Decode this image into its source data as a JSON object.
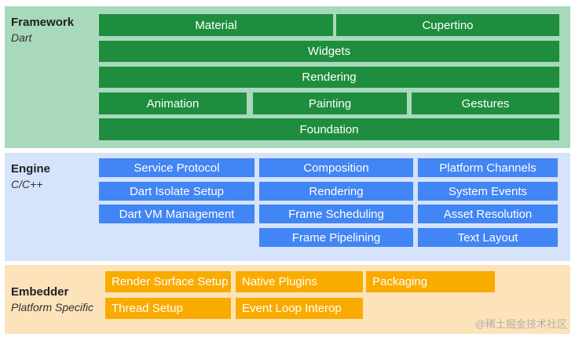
{
  "framework": {
    "title": "Framework",
    "subtitle": "Dart",
    "material": "Material",
    "cupertino": "Cupertino",
    "widgets": "Widgets",
    "rendering": "Rendering",
    "animation": "Animation",
    "painting": "Painting",
    "gestures": "Gestures",
    "foundation": "Foundation",
    "colors": {
      "background": "#a8d9bd",
      "box": "#1e8e3e"
    }
  },
  "engine": {
    "title": "Engine",
    "subtitle": "C/C++",
    "service_protocol": "Service Protocol",
    "dart_isolate_setup": "Dart Isolate Setup",
    "dart_vm_management": "Dart VM Management",
    "composition": "Composition",
    "rendering": "Rendering",
    "frame_scheduling": "Frame Scheduling",
    "frame_pipelining": "Frame Pipelining",
    "platform_channels": "Platform Channels",
    "system_events": "System Events",
    "asset_resolution": "Asset Resolution",
    "text_layout": "Text Layout",
    "colors": {
      "background": "#d5e3fb",
      "box": "#4285f4"
    }
  },
  "embedder": {
    "title": "Embedder",
    "subtitle": "Platform Specific",
    "render_surface_setup": "Render Surface Setup",
    "native_plugins": "Native Plugins",
    "packaging": "Packaging",
    "thread_setup": "Thread Setup",
    "event_loop_interop": "Event Loop Interop",
    "colors": {
      "background": "#fce3ba",
      "box": "#f9ab00"
    }
  },
  "watermark": "@稀土掘金技术社区"
}
